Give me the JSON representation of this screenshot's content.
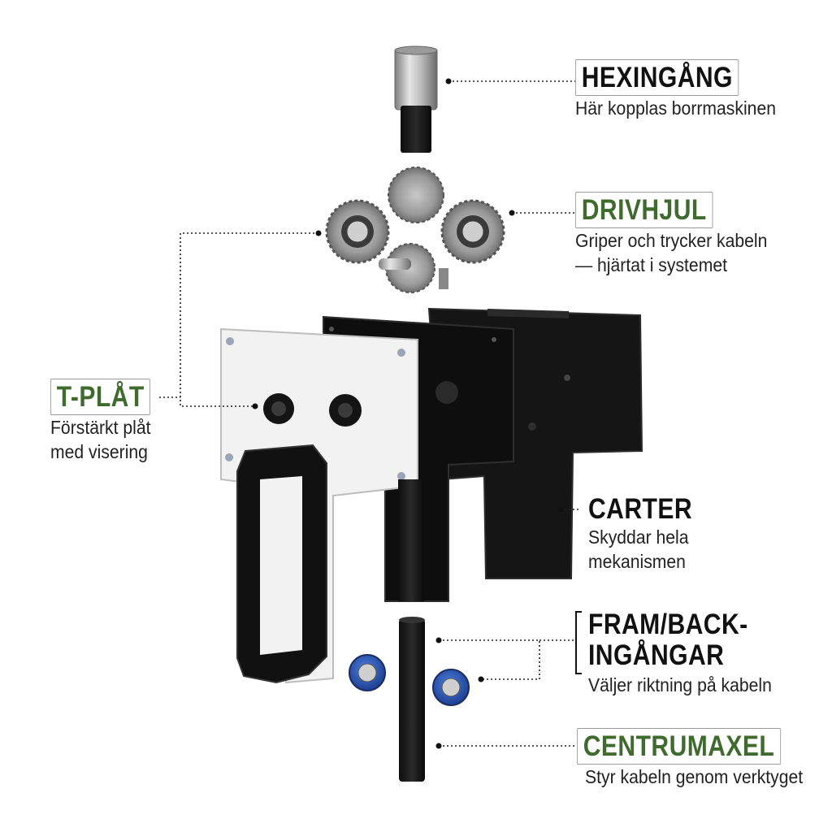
{
  "labels": {
    "hexingang": {
      "title": "HEXINGÅNG",
      "desc": [
        "Här kopplas borrmaskinen"
      ]
    },
    "drivhjul": {
      "title": "DRIVHJUL",
      "desc": [
        "Griper och trycker kabeln",
        "— hjärtat i systemet"
      ]
    },
    "tplat": {
      "title": "T-PLÅT",
      "desc": [
        "Förstärkt plåt",
        "med visering"
      ]
    },
    "carter": {
      "title": "CARTER",
      "desc": [
        "Skyddar hela",
        "mekanismen"
      ]
    },
    "framback": {
      "title": [
        "FRAM/BACK-",
        "INGÅNGAR"
      ],
      "desc": [
        "Väljer riktning på kabeln"
      ]
    },
    "centrumaxel": {
      "title": "CENTRUMAXEL",
      "desc": [
        "Styr kabeln genom verktyget"
      ]
    }
  },
  "colors": {
    "green": "#3f6b2e",
    "black": "#111111",
    "blue_nut": "#2d5bb8"
  }
}
